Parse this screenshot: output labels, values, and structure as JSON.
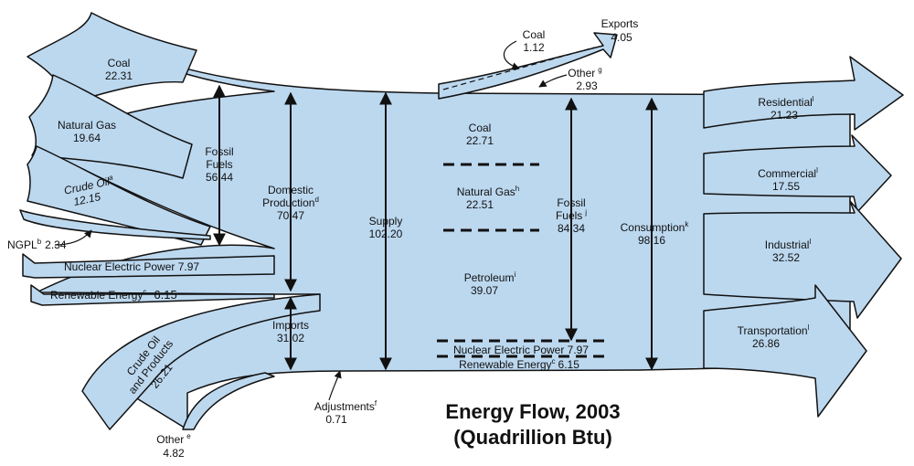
{
  "title": "Energy Flow, 2003",
  "subtitle": "(Quadrillion Btu)",
  "inputs": {
    "coal": {
      "label": "Coal",
      "value": "22.31"
    },
    "natural_gas": {
      "label": "Natural Gas",
      "value": "19.64"
    },
    "crude_oil": {
      "label": "Crude Oil",
      "sup": "a",
      "value": "12.15"
    },
    "ngpl": {
      "label": "NGPL",
      "sup": "b",
      "value": "2.34"
    },
    "nuclear": {
      "label": "Nuclear Electric Power 7.97"
    },
    "renewable": {
      "label": "Renewable Energy",
      "sup": "c",
      "value": "6.15"
    },
    "crude_products": {
      "line1": "Crude Oil",
      "line2": "and Products",
      "value": "26.21"
    },
    "other_imports": {
      "label": "Other",
      "sup": "e",
      "value": "4.82"
    }
  },
  "middle": {
    "fossil_fuels": {
      "line1": "Fossil",
      "line2": "Fuels",
      "value": "56.44"
    },
    "domestic_production": {
      "line1": "Domestic",
      "line2": "Production",
      "sup": "d",
      "value": "70.47"
    },
    "imports": {
      "label": "Imports",
      "value": "31.02"
    },
    "supply": {
      "label": "Supply",
      "value": "102.20"
    },
    "adjustments": {
      "label": "Adjustments",
      "sup": "f",
      "value": "0.71"
    }
  },
  "exports": {
    "total": {
      "label": "Exports",
      "value": "4.05"
    },
    "coal": {
      "label": "Coal",
      "value": "1.12"
    },
    "other": {
      "label": "Other",
      "sup": "g",
      "value": "2.93"
    }
  },
  "breakdown": {
    "coal": {
      "label": "Coal",
      "value": "22.71"
    },
    "natural_gas": {
      "label": "Natural Gas",
      "sup": "h",
      "value": "22.51"
    },
    "petroleum": {
      "label": "Petroleum",
      "sup": "i",
      "value": "39.07"
    },
    "nuclear": {
      "label": "Nuclear Electric Power 7.97"
    },
    "renewable": {
      "label": "Renewable Energy",
      "sup": "c",
      "value": "6.15"
    },
    "fossil_fuels": {
      "line1": "Fossil",
      "line2": "Fuels",
      "sup": "j",
      "value": "84.34"
    },
    "consumption": {
      "label": "Consumption",
      "sup": "k",
      "value": "98.16"
    }
  },
  "outputs": {
    "residential": {
      "label": "Residential",
      "sup": "l",
      "value": "21.23"
    },
    "commercial": {
      "label": "Commercial",
      "sup": "l",
      "value": "17.55"
    },
    "industrial": {
      "label": "Industrial",
      "sup": "l",
      "value": "32.52"
    },
    "transportation": {
      "label": "Transportation",
      "sup": "l",
      "value": "26.86"
    }
  }
}
